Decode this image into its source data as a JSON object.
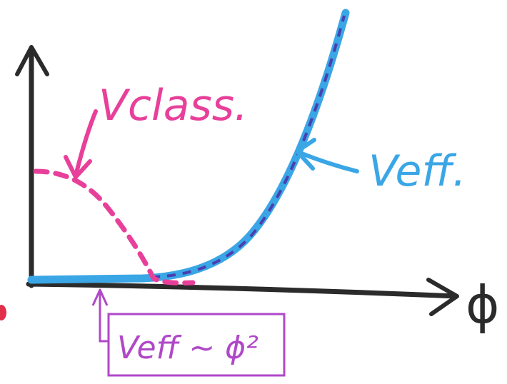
{
  "labels": {
    "v_class": "Vclass.",
    "v_eff": "Veff.",
    "x_axis": "ϕ",
    "box_text": "Veff ~ ϕ²"
  },
  "colors": {
    "axis": "#2b2b2b",
    "v_class": "#e8409a",
    "v_eff": "#3aa6e6",
    "v_eff_dash": "#4a3fb0",
    "box": "#b048c8",
    "dot": "#e0304a"
  }
}
